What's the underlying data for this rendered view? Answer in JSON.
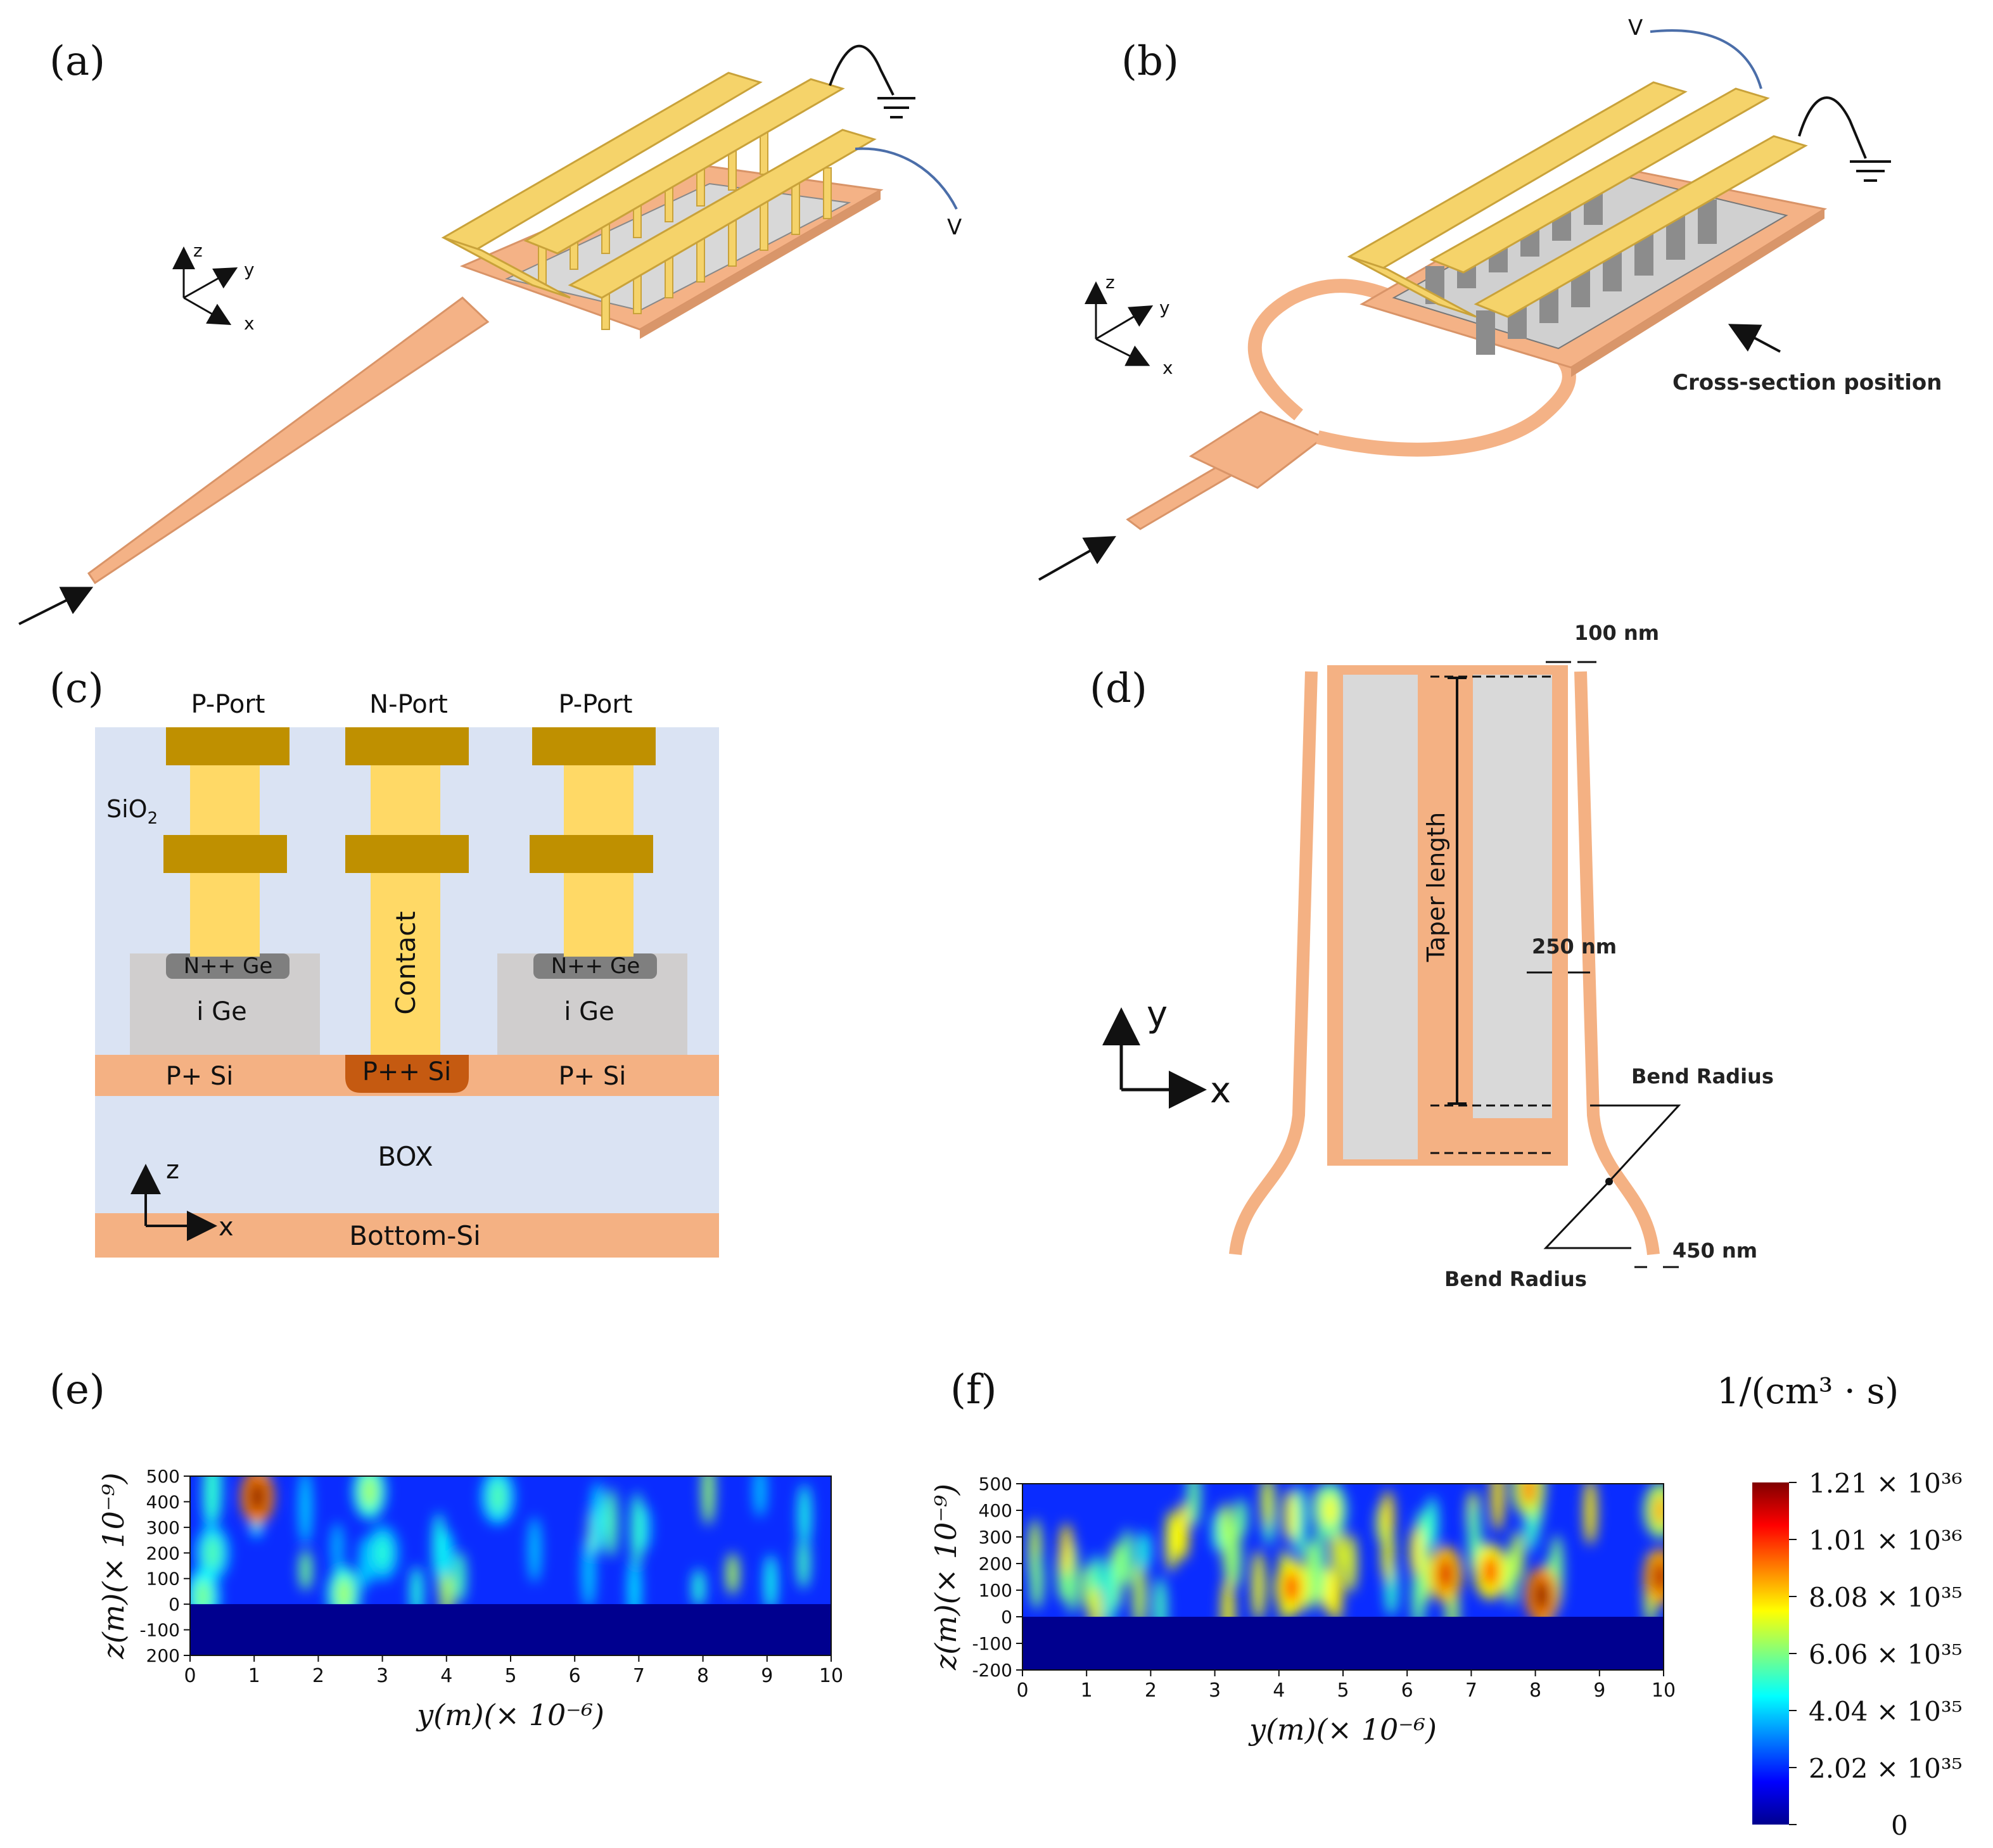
{
  "panels": {
    "a": "(a)",
    "b": "(b)",
    "c": "(c)",
    "d": "(d)",
    "e": "(e)",
    "f": "(f)"
  },
  "panel_a": {
    "voltage": "V",
    "axes": {
      "z": "z",
      "y": "y",
      "x": "x"
    }
  },
  "panel_b": {
    "voltage": "V",
    "axes": {
      "z": "z",
      "y": "y",
      "x": "x"
    },
    "annotation": "Cross-section position"
  },
  "panel_c": {
    "ports": [
      "P-Port",
      "N-Port",
      "P-Port"
    ],
    "oxide": "SiO",
    "oxide_sub": "2",
    "contact": "Contact",
    "n_ge": [
      "N++ Ge",
      "N++ Ge"
    ],
    "i_ge": [
      "i Ge",
      "i Ge"
    ],
    "si_layer": [
      "P+ Si",
      "P++ Si",
      "P+ Si"
    ],
    "box": "BOX",
    "bottom": "Bottom-Si",
    "axes": {
      "z": "z",
      "x": "x"
    }
  },
  "panel_d": {
    "dim_top": "100 nm",
    "dim_mid": "250 nm",
    "dim_bottom": "450 nm",
    "taper": "Taper length",
    "bend1": "Bend Radius",
    "bend2": "Bend Radius",
    "axes": {
      "y": "y",
      "x": "x"
    }
  },
  "colorbar": {
    "unit": "1/(cm³ · s)",
    "ticks": [
      "1.21 × 10³⁶",
      "1.01 × 10³⁶",
      "8.08 × 10³⁵",
      "6.06 × 10³⁵",
      "4.04 × 10³⁵",
      "2.02 × 10³⁵",
      "0"
    ]
  },
  "chart_data": [
    {
      "type": "heatmap",
      "panel": "(e)",
      "xlabel": "y(m)(× 10⁻⁶)",
      "ylabel": "z(m)(× 10⁻⁹)",
      "xlim": [
        0,
        10
      ],
      "ylim": [
        -200,
        500
      ],
      "xticks": [
        "0",
        "1",
        "2",
        "3",
        "4",
        "5",
        "6",
        "7",
        "8",
        "9",
        "10"
      ],
      "yticks": [
        "500",
        "400",
        "300",
        "200",
        "100",
        "0",
        "-100",
        "200"
      ],
      "hotspots": [
        {
          "y": 1.05,
          "z": 420,
          "value": 1.21e+36
        },
        {
          "y": 2.8,
          "z": 440,
          "value": 6.5e+35
        },
        {
          "y": 4.8,
          "z": 420,
          "value": 5.5e+35
        },
        {
          "y": 0.35,
          "z": 200,
          "value": 5.5e+35
        },
        {
          "y": 3.0,
          "z": 200,
          "value": 5e+35
        },
        {
          "y": 0.2,
          "z": 30,
          "value": 6e+35
        },
        {
          "y": 2.4,
          "z": 40,
          "value": 6.5e+35
        }
      ]
    },
    {
      "type": "heatmap",
      "panel": "(f)",
      "xlabel": "y(m)(× 10⁻⁶)",
      "ylabel": "z(m)(× 10⁻⁹)",
      "xlim": [
        0,
        10
      ],
      "ylim": [
        -200,
        500
      ],
      "xticks": [
        "0",
        "1",
        "2",
        "3",
        "4",
        "5",
        "6",
        "7",
        "8",
        "9",
        "10"
      ],
      "yticks": [
        "500",
        "400",
        "300",
        "200",
        "100",
        "0",
        "-100",
        "-200"
      ],
      "hotspots": [
        {
          "y": 4.2,
          "z": 110,
          "value": 1e+36
        },
        {
          "y": 6.6,
          "z": 160,
          "value": 1.1e+36
        },
        {
          "y": 7.3,
          "z": 170,
          "value": 1e+36
        },
        {
          "y": 8.1,
          "z": 80,
          "value": 1.2e+36
        },
        {
          "y": 9.95,
          "z": 150,
          "value": 1.15e+36
        },
        {
          "y": 9.95,
          "z": 400,
          "value": 8.5e+35
        },
        {
          "y": 4.8,
          "z": 400,
          "value": 7.5e+35
        },
        {
          "y": 7.9,
          "z": 480,
          "value": 9e+35
        }
      ]
    }
  ]
}
